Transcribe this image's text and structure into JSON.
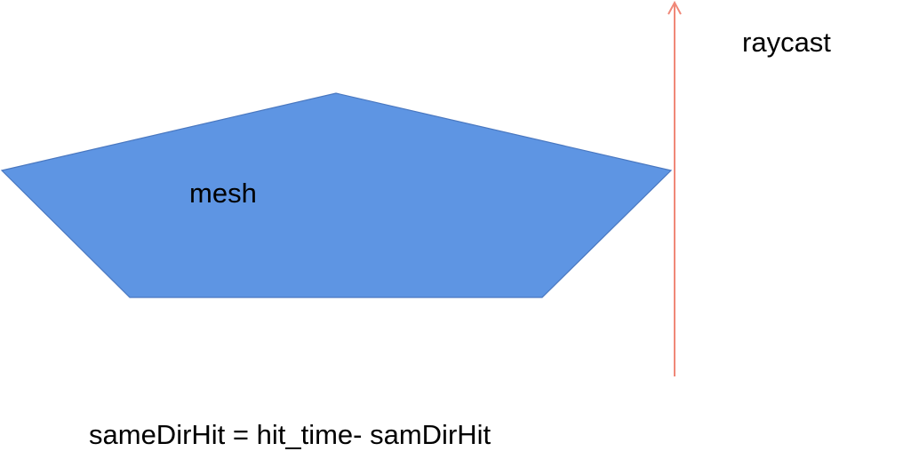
{
  "mesh": {
    "label": "mesh",
    "fill_color": "#5e95e3",
    "stroke_color": "#4a78c0"
  },
  "raycast": {
    "label": "raycast",
    "arrow_color": "#f08878"
  },
  "formula": {
    "text": "sameDirHit = hit_time- samDirHit"
  }
}
